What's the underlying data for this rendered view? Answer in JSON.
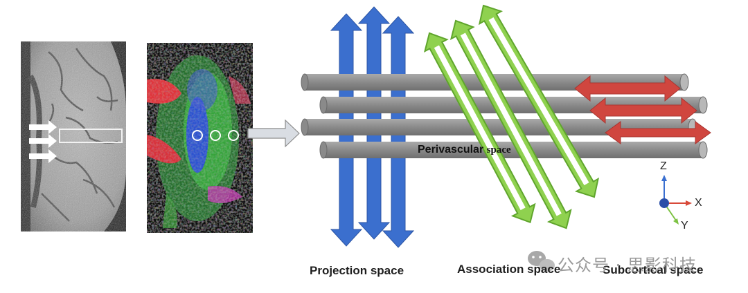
{
  "labels": {
    "perivascular": "Perivascular",
    "space_word": "space",
    "projection": "Projection space",
    "association": "Association space",
    "subcortical": "Subcortical space"
  },
  "axes": {
    "z": "Z",
    "x": "X",
    "y": "Y"
  },
  "watermark": "公众号 · 思影科技",
  "colors": {
    "projection": "#3b6fce",
    "association": "#8fd14f",
    "subcortical": "#d0463f",
    "vessel": "#8e8e8e",
    "axis_z": "#3a6fd0",
    "axis_x": "#d84a3a",
    "axis_y": "#7dc243",
    "origin": "#2a4fa8"
  },
  "icons": {
    "white_arrows": "arrow-right-icon",
    "big_arrow": "arrow-right-outline-icon",
    "watermark": "wechat-icon"
  }
}
